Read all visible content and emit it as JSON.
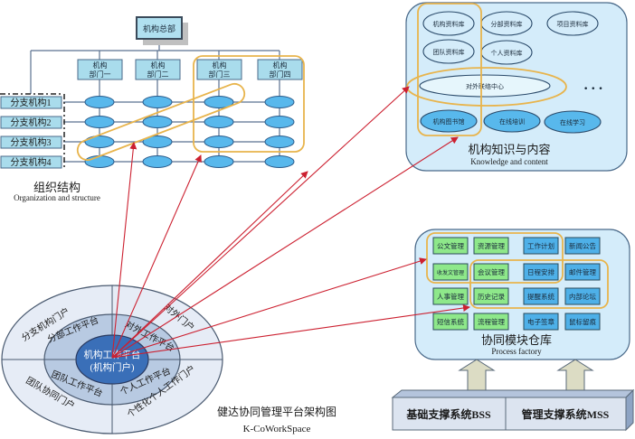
{
  "org": {
    "hq": "机构总部",
    "departments": [
      {
        "line1": "机构",
        "line2": "部门一"
      },
      {
        "line1": "机构",
        "line2": "部门二"
      },
      {
        "line1": "机构",
        "line2": "部门三"
      },
      {
        "line1": "机构",
        "line2": "部门四"
      }
    ],
    "branches": [
      "分支机构1",
      "分支机构2",
      "分支机构3",
      "分支机构4"
    ],
    "title_cn": "组织结构",
    "title_en": "Organization and structure"
  },
  "knowledge": {
    "items_row1": [
      "机构资料库",
      "分部资料库",
      "项目资料库"
    ],
    "items_row2": [
      "团队资料库",
      "个人资料库"
    ],
    "center": "对外联络中心",
    "ellipsis": "• • •",
    "items_row4": [
      "机构图书馆",
      "在线培训",
      "在线学习"
    ],
    "title_cn": "机构知识与内容",
    "title_en": "Knowledge and content"
  },
  "process": {
    "rows": [
      [
        "公文管理",
        "资源管理",
        "工作计划",
        "新闻公告"
      ],
      [
        "收发文管理",
        "会议管理",
        "日程安排",
        "邮件管理"
      ],
      [
        "人事管理",
        "历史记录",
        "提醒系统",
        "内部论坛"
      ],
      [
        "短信系统",
        "流程管理",
        "电子签章",
        "鼠标留痕"
      ]
    ],
    "title_cn": "协同模块仓库",
    "title_en": "Process factory"
  },
  "support": {
    "bss": "基础支撑系统BSS",
    "mss": "管理支撑系统MSS"
  },
  "portal": {
    "outer": [
      "分支机构门户",
      "对外门户",
      "团队协同门户",
      "个性化个人工作门户"
    ],
    "middle": [
      "分部工作平台",
      "对外工作平台",
      "团队工作平台",
      "个人工作平台"
    ],
    "center_line1": "机构工作平台",
    "center_line2": "(机构门户)",
    "title_cn": "健达协同管理平台架构图",
    "title_en": "K-CoWorkSpace"
  },
  "colors": {
    "box_fill": "#a9dcec",
    "ellipse_fill": "#58b8ec",
    "panel_fill": "#d4ecfa",
    "highlight": "#e8b44c",
    "arrow": "#cc2030",
    "green_box": "#8ee88a",
    "blue_box": "#4eb0e8",
    "portal_center": "#3a6fb8"
  }
}
